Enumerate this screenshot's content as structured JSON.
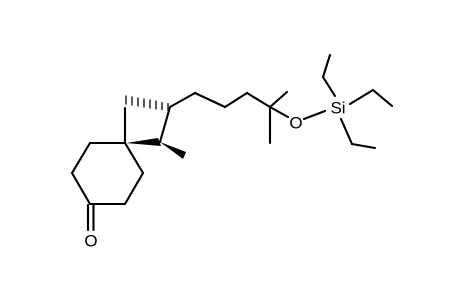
{
  "molecule": {
    "atom_labels": {
      "oxygen_ketone": "O",
      "oxygen_ether": "O",
      "silicon": "Si"
    }
  }
}
